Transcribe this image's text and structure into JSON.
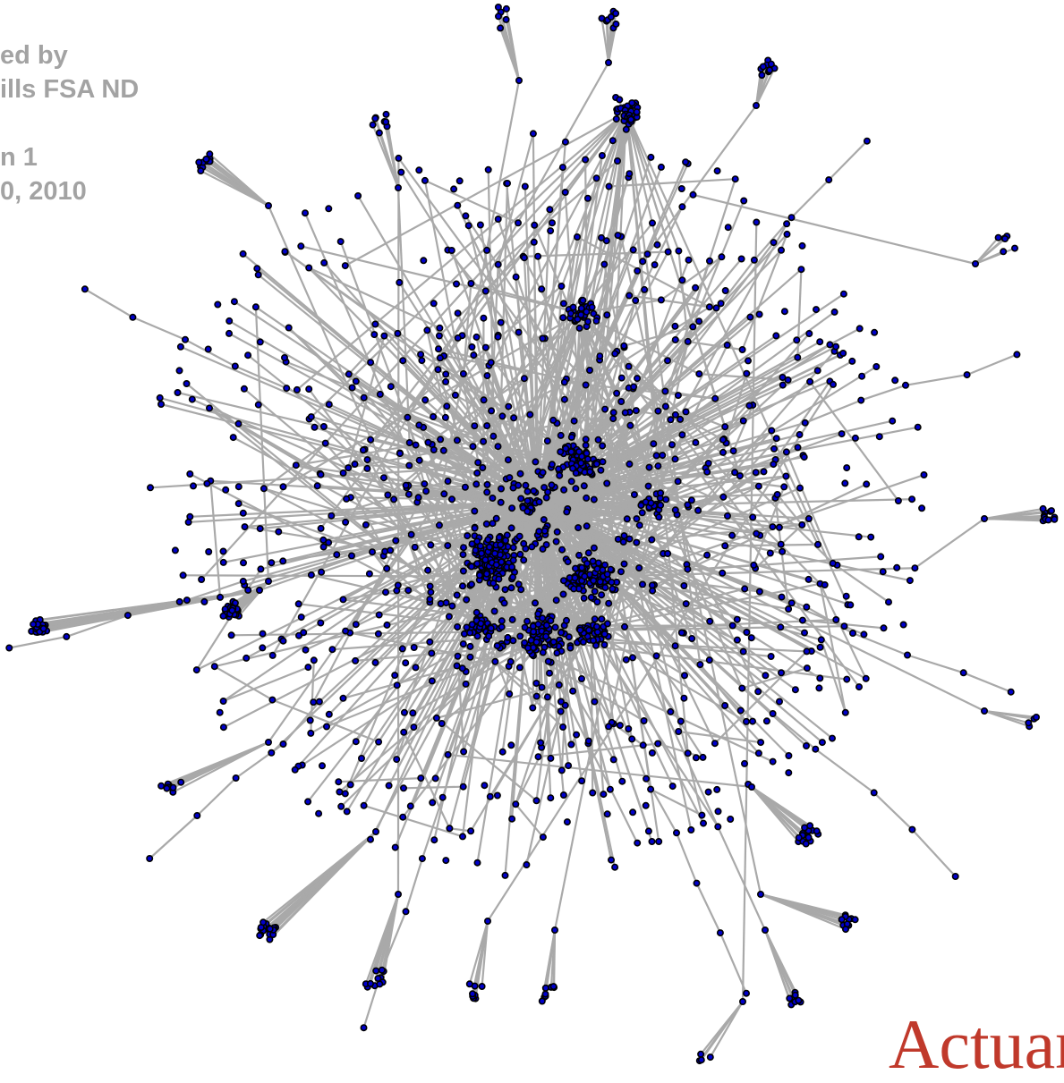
{
  "caption": {
    "line1": "ed by",
    "line2": "ills FSA ND",
    "line3": "n 1",
    "line4": "0, 2010"
  },
  "logo": {
    "text": "Actuar"
  },
  "colors": {
    "background": "#ffffff",
    "edge": "#a9a9a9",
    "node_fill": "#0000cc",
    "node_outline": "#000000",
    "caption_text": "#a3a3a3",
    "logo_text": "#c0392b"
  }
}
